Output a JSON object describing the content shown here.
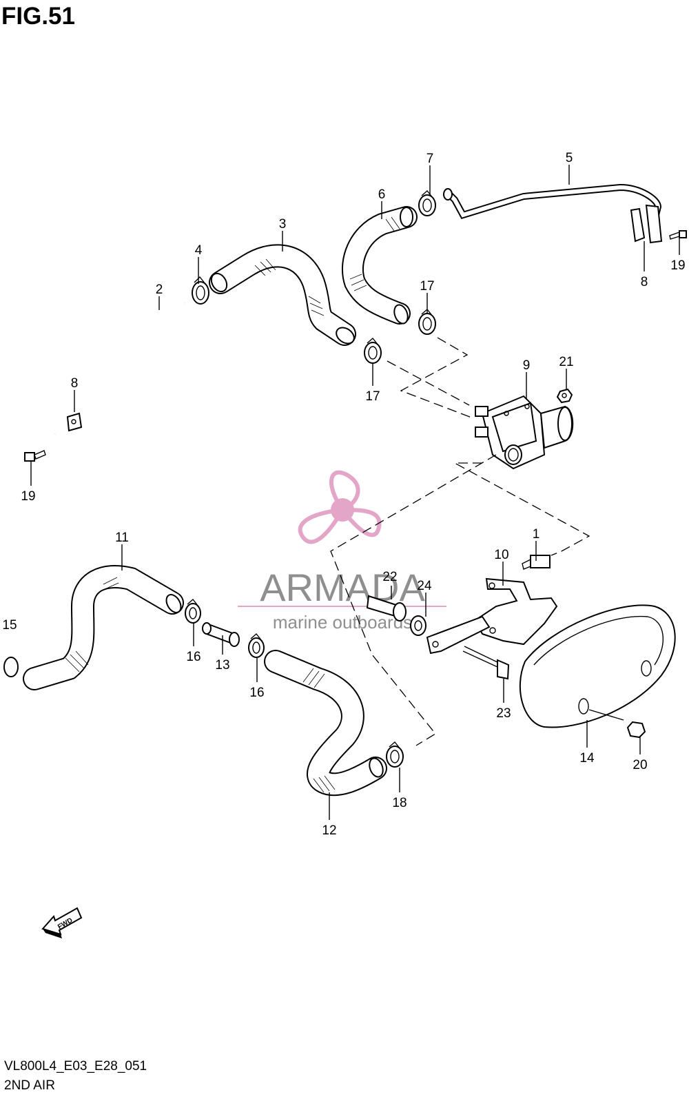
{
  "figure": {
    "title": "FIG.51"
  },
  "footer": {
    "code": "VL800L4_E03_E28_051",
    "section": "2ND AIR"
  },
  "watermark": {
    "brand": "ARMADA",
    "tagline": "marine outboards",
    "logo_color": "#e3a6c8"
  },
  "fwd_label": "FWD",
  "callouts": [
    "1",
    "2",
    "3",
    "4",
    "5",
    "6",
    "7",
    "8",
    "8",
    "9",
    "10",
    "11",
    "12",
    "13",
    "14",
    "15",
    "16",
    "16",
    "17",
    "17",
    "18",
    "19",
    "19",
    "20",
    "21",
    "22",
    "23",
    "24"
  ]
}
